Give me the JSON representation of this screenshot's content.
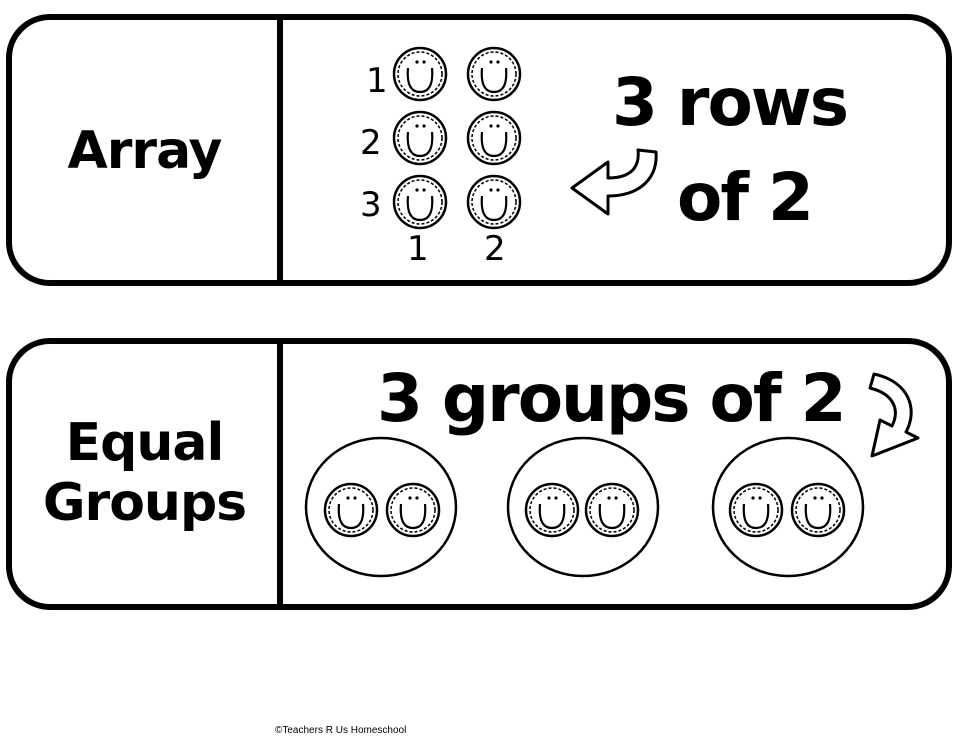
{
  "cards": [
    {
      "term": "Array",
      "caption_line1": "3 rows",
      "caption_line2": "of 2",
      "row_numbers": [
        "1",
        "2",
        "3"
      ],
      "column_numbers": [
        "1",
        "2"
      ],
      "rows": 3,
      "columns": 2,
      "arrow_icon": "curved-arrow-left-icon",
      "item_icon": "smiley-face-icon"
    },
    {
      "term_line1": "Equal",
      "term_line2": "Groups",
      "caption": "3 groups of 2",
      "groups": 3,
      "items_per_group": 2,
      "arrow_icon": "curved-arrow-down-icon",
      "item_icon": "smiley-face-icon"
    }
  ],
  "credit": "©Teachers R Us Homeschool"
}
